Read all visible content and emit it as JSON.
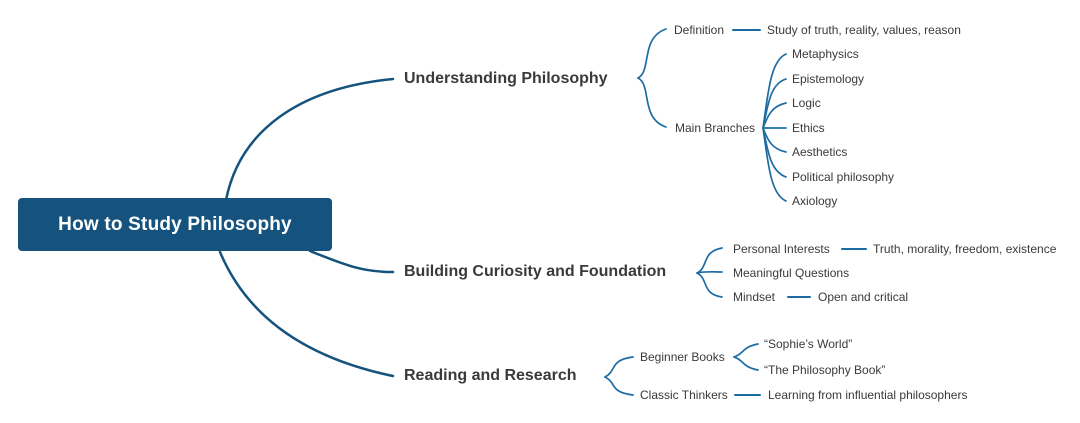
{
  "colors": {
    "root_bg": "#15537E",
    "line": "#1C6CA4",
    "text": "#3A3A3A",
    "root_text": "#FFFFFF"
  },
  "root": {
    "label": "How to Study Philosophy"
  },
  "branches": [
    {
      "label": "Understanding Philosophy",
      "children": [
        {
          "label": "Definition",
          "children": [
            {
              "label": "Study of truth, reality, values, reason"
            }
          ]
        },
        {
          "label": "Main Branches",
          "children": [
            {
              "label": "Metaphysics"
            },
            {
              "label": "Epistemology"
            },
            {
              "label": "Logic"
            },
            {
              "label": "Ethics"
            },
            {
              "label": "Aesthetics"
            },
            {
              "label": "Political philosophy"
            },
            {
              "label": "Axiology"
            }
          ]
        }
      ]
    },
    {
      "label": "Building Curiosity and Foundation",
      "children": [
        {
          "label": "Personal Interests",
          "children": [
            {
              "label": "Truth, morality, freedom, existence"
            }
          ]
        },
        {
          "label": "Meaningful Questions",
          "children": []
        },
        {
          "label": "Mindset",
          "children": [
            {
              "label": "Open and critical"
            }
          ]
        }
      ]
    },
    {
      "label": "Reading and Research",
      "children": [
        {
          "label": "Beginner Books",
          "children": [
            {
              "label": "“Sophie’s World”"
            },
            {
              "label": "“The Philosophy Book”"
            }
          ]
        },
        {
          "label": "Classic Thinkers",
          "children": [
            {
              "label": "Learning from influential philosophers"
            }
          ]
        }
      ]
    }
  ]
}
